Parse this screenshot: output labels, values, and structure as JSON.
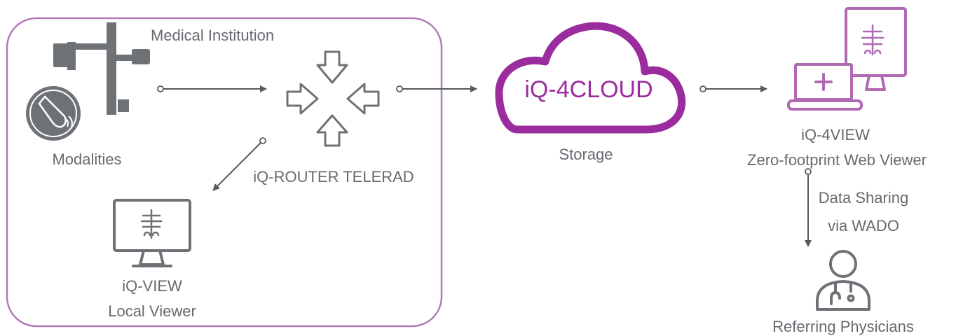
{
  "institution": {
    "title": "Medical Institution"
  },
  "modalities": {
    "label": "Modalities"
  },
  "router": {
    "label": "iQ-ROUTER TELERAD"
  },
  "local_viewer": {
    "name": "iQ-VIEW",
    "subtitle": "Local Viewer"
  },
  "cloud": {
    "name": "iQ-4CLOUD",
    "label": "Storage"
  },
  "web_viewer": {
    "name": "iQ-4VIEW",
    "subtitle": "Zero-footprint Web Viewer"
  },
  "sharing": {
    "line1": "Data Sharing",
    "line2": "via WADO"
  },
  "physicians": {
    "label": "Referring Physicians"
  },
  "colors": {
    "accent": "#9b2c9d",
    "icon": "#6e7277",
    "text": "#666a70",
    "frame": "#b27bb6"
  },
  "icons": [
    "ultrasound-icon",
    "xray-machine-icon",
    "router-arrows-icon",
    "cloud-icon",
    "monitor-icon",
    "laptop-icon",
    "physician-icon"
  ]
}
